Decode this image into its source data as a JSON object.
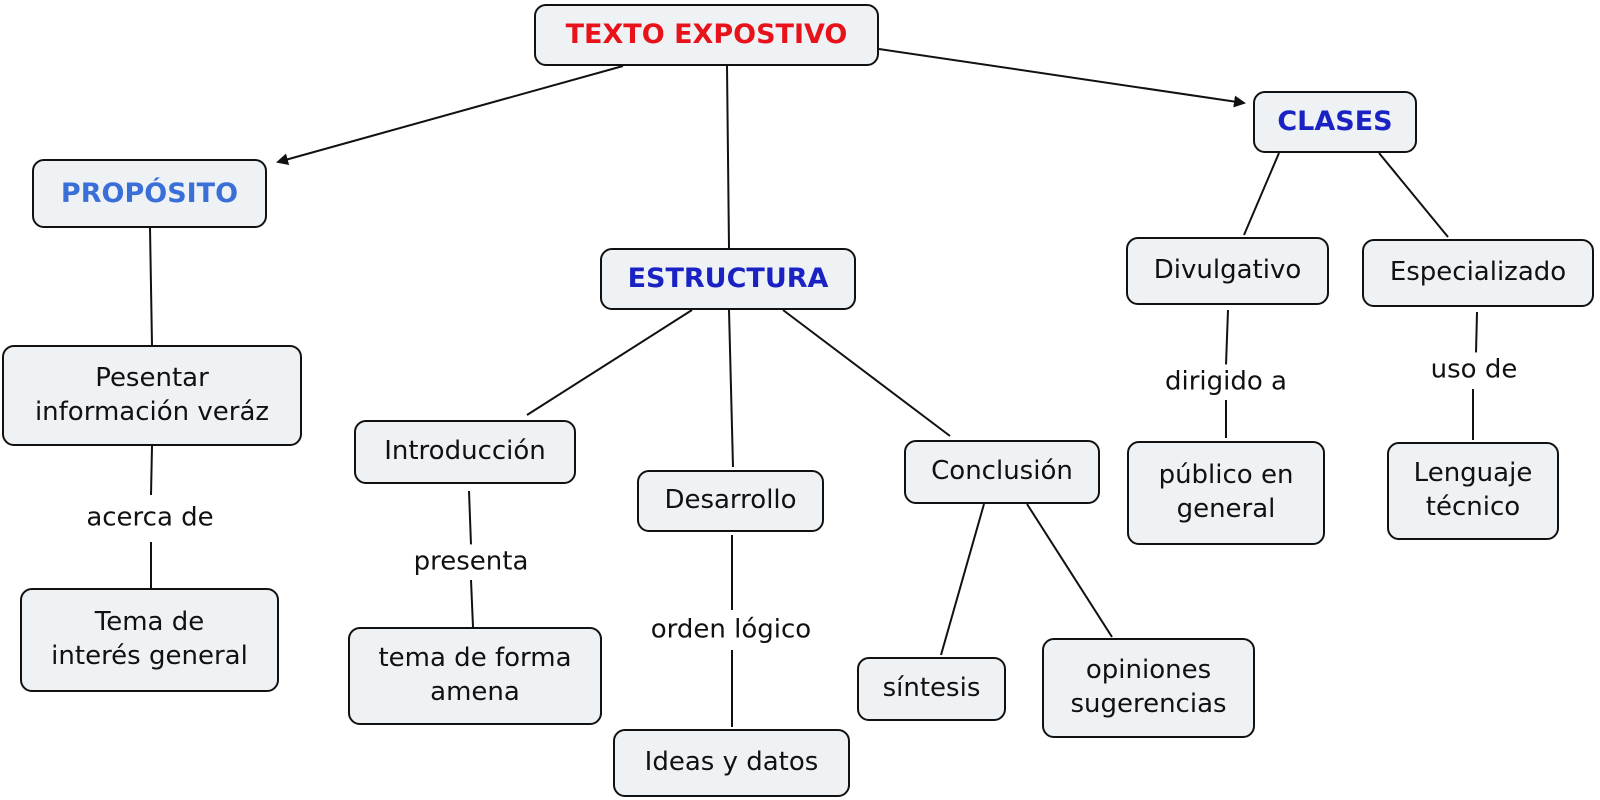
{
  "colors": {
    "title": "#e8131a",
    "proposito": "#3a6fd8",
    "section": "#1a22c4",
    "node_fill": "#eef2f5",
    "stroke": "#111111"
  },
  "nodes": {
    "texto_expostivo": "TEXTO EXPOSTIVO",
    "proposito": "PROPÓSITO",
    "estructura": "ESTRUCTURA",
    "clases": "CLASES",
    "presentar": "Pesentar\ninformación veráz",
    "tema_interes": "Tema de\ninterés general",
    "introduccion": "Introducción",
    "tema_forma": "tema de forma\namena",
    "desarrollo": "Desarrollo",
    "ideas_datos": "Ideas y datos",
    "conclusion": "Conclusión",
    "sintesis": "síntesis",
    "opiniones": "opiniones\nsugerencias",
    "divulgativo": "Divulgativo",
    "publico": "público en\ngeneral",
    "especializado": "Especializado",
    "lenguaje": "Lenguaje\ntécnico"
  },
  "link_labels": {
    "acerca_de": "acerca de",
    "presenta": "presenta",
    "orden_logico": "orden lógico",
    "dirigido_a": "dirigido a",
    "uso_de": "uso de"
  }
}
